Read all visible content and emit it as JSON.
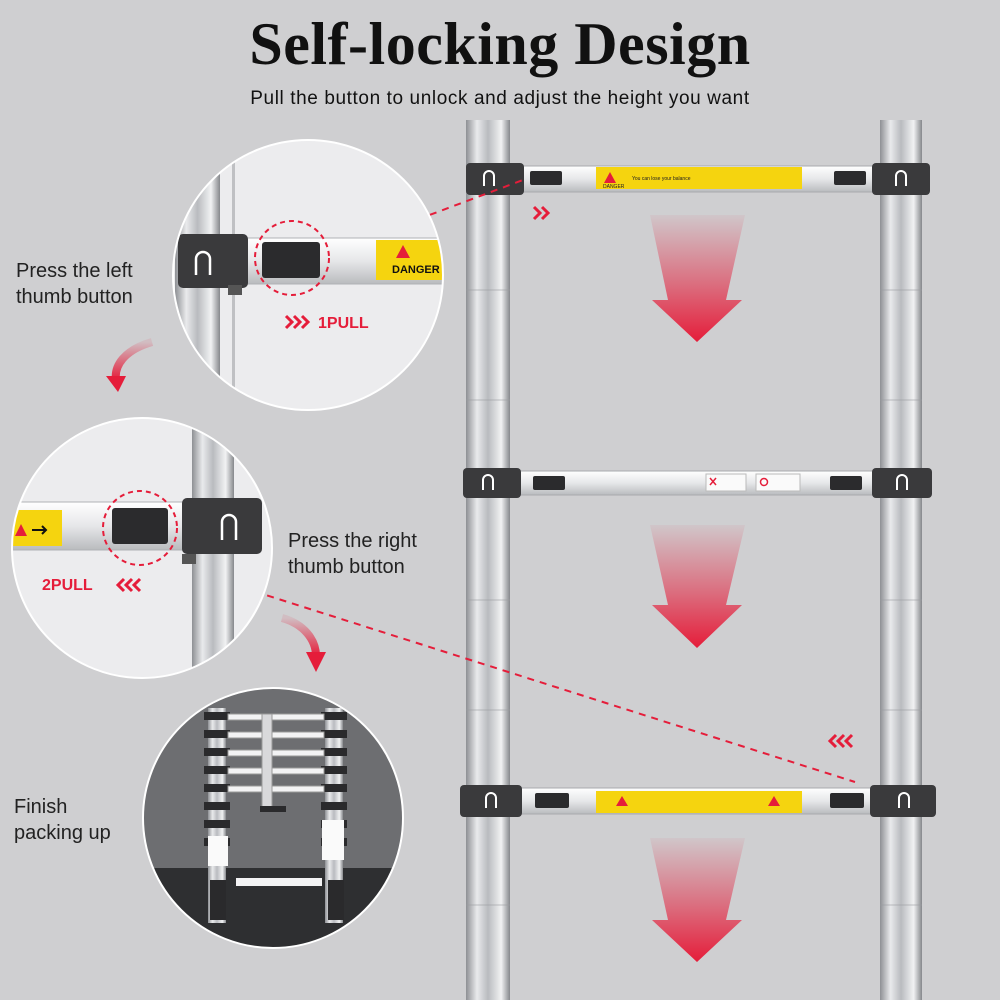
{
  "header": {
    "title": "Self-locking Design",
    "subtitle": "Pull the button to unlock and adjust the height you want"
  },
  "steps": [
    {
      "caption_line1": "Press the left",
      "caption_line2": "thumb button",
      "pull_label": "1PULL"
    },
    {
      "caption_line1": "Press the right",
      "caption_line2": "thumb button",
      "pull_label": "2PULL"
    },
    {
      "caption_line1": "Finish",
      "caption_line2": "packing up"
    }
  ],
  "labels": {
    "danger": "DANGER",
    "rung1_warning_heading": "DANGER",
    "rung1_warning_line": "You can lose your balance"
  },
  "colors": {
    "accent_red": "#e51d3a",
    "warning_yellow": "#f5d40f",
    "background": "#cfcfd1",
    "clamp_dark": "#3a3a3c"
  },
  "icons": [
    "chevron-right-icon",
    "chevron-left-icon",
    "down-arrow-icon",
    "curved-arrow-icon",
    "warning-triangle-icon"
  ]
}
